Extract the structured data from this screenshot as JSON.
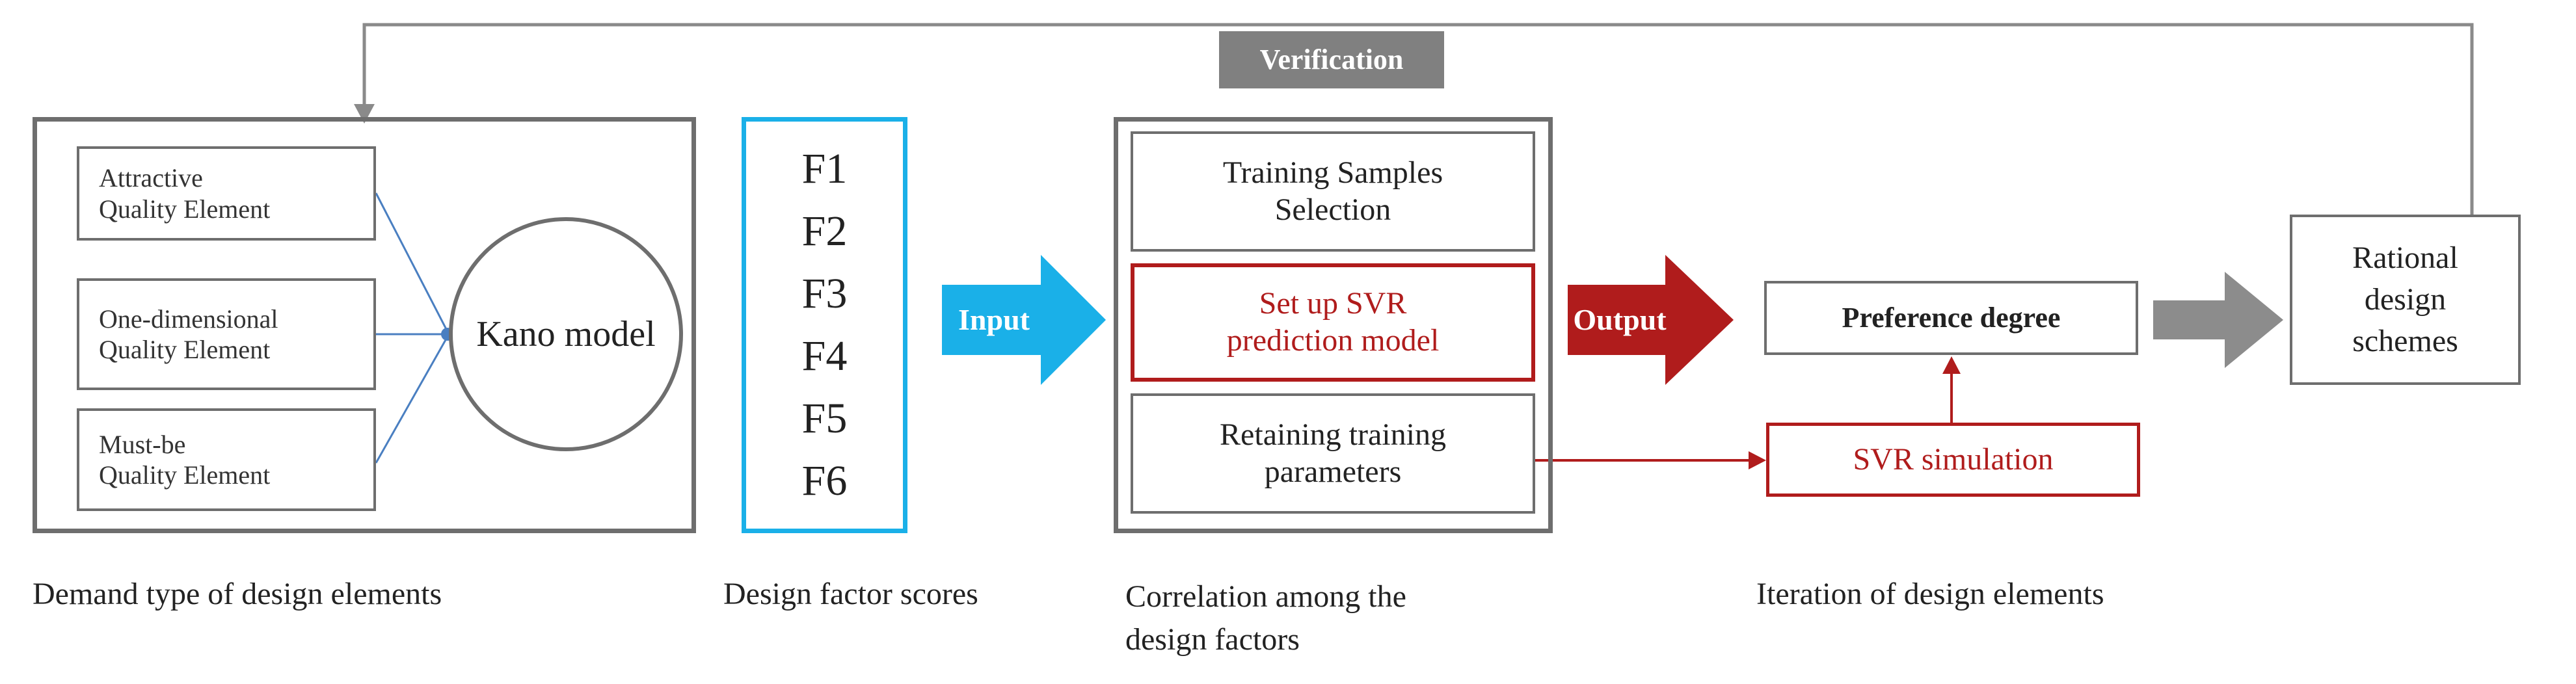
{
  "diagram": {
    "verification_label": "Verification",
    "panel1": {
      "attractive": [
        "Attractive",
        "Quality Element"
      ],
      "one_dimensional": [
        "One-dimensional",
        "Quality Element"
      ],
      "must_be": [
        "Must-be",
        "Quality Element"
      ],
      "kano": "Kano model",
      "caption": "Demand type of design elements"
    },
    "panel2": {
      "factors": [
        "F1",
        "F2",
        "F3",
        "F4",
        "F5",
        "F6"
      ],
      "caption": "Design factor scores"
    },
    "input_label": "Input",
    "panel3": {
      "training_samples": [
        "Training Samples",
        "Selection"
      ],
      "svr_setup": [
        "Set up SVR",
        "prediction model"
      ],
      "retaining": [
        "Retaining training",
        "parameters"
      ],
      "caption": [
        "Correlation among the",
        "design factors"
      ]
    },
    "output_label": "Output",
    "panel4": {
      "preference": "Preference degree",
      "svr_sim": "SVR simulation",
      "caption": "Iteration of design elements"
    },
    "rational": [
      "Rational",
      "design",
      "schemes"
    ],
    "colors": {
      "grey": "#808080",
      "dark_red": "#b01c1c",
      "cyan": "#1ab0e8",
      "blue_line": "#4a7fc1",
      "arrow_grey": "#8c8c8c"
    }
  }
}
